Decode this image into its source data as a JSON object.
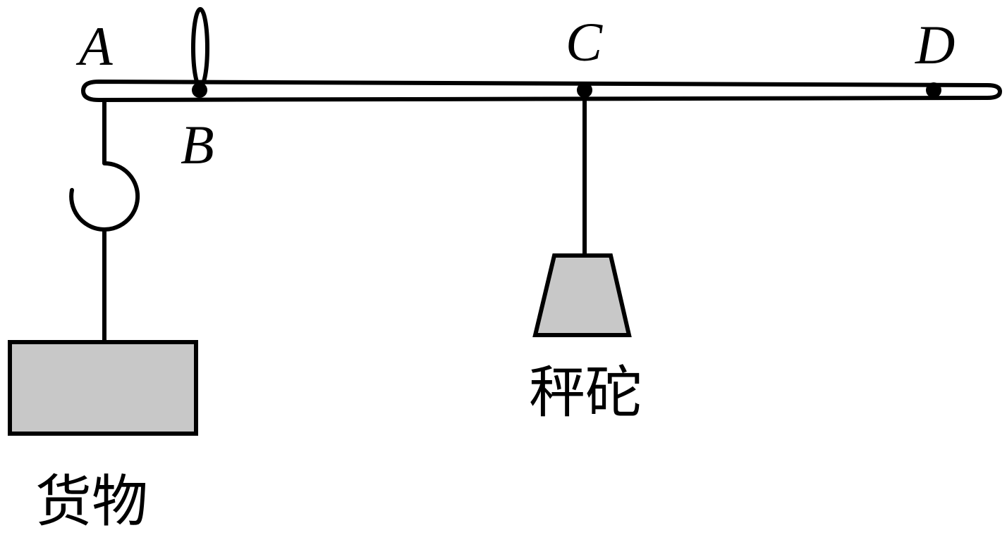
{
  "points": {
    "a": "A",
    "b": "B",
    "c": "C",
    "d": "D"
  },
  "labels": {
    "goods": "货物",
    "weight": "秤砣"
  },
  "colors": {
    "stroke": "#000000",
    "fill_gray": "#c8c8c8",
    "background": "#ffffff"
  }
}
